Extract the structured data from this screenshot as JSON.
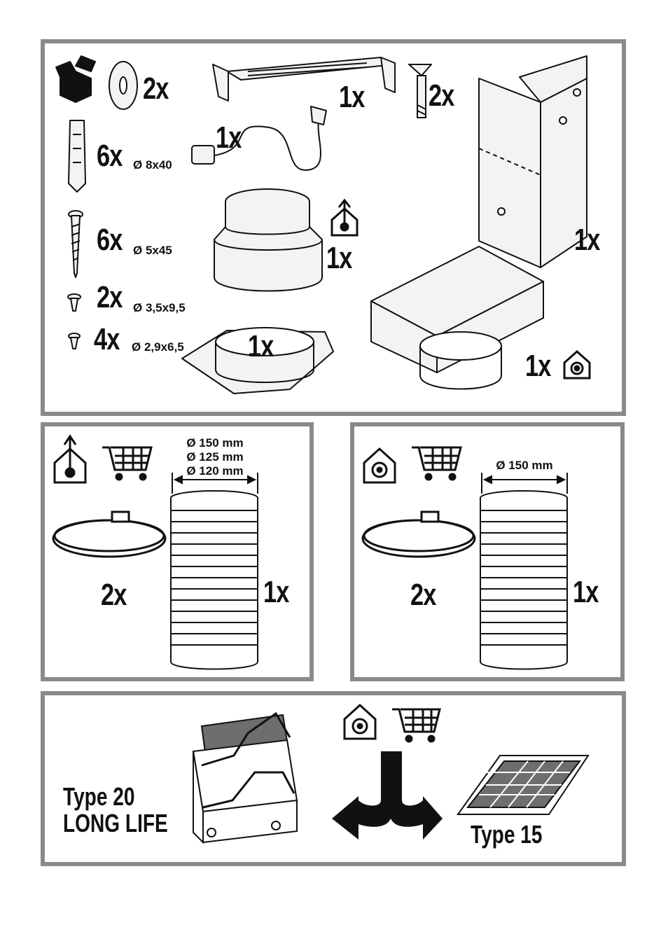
{
  "top_panel": {
    "washers": {
      "qty": "2x"
    },
    "bracket": {
      "qty": "1x"
    },
    "screws_long": {
      "qty": "2x"
    },
    "wall_plugs": {
      "qty": "6x",
      "size": "Ø 8x40"
    },
    "power_cord": {
      "qty": "1x"
    },
    "screws_5x45": {
      "qty": "6x",
      "size": "Ø 5x45"
    },
    "screws_3_5": {
      "qty": "2x",
      "size": "Ø 3,5x9,5"
    },
    "screws_2_9": {
      "qty": "4x",
      "size": "Ø 2,9x6,5"
    },
    "adapter": {
      "qty": "1x"
    },
    "collar": {
      "qty": "1x"
    },
    "chimney_cover": {
      "qty": "1x"
    },
    "deflector": {
      "qty": "1x"
    }
  },
  "left_panel": {
    "clamps_qty": "2x",
    "hose_qty": "1x",
    "diameters": [
      "Ø 150 mm",
      "Ø 125 mm",
      "Ø 120 mm"
    ]
  },
  "right_panel": {
    "clamps_qty": "2x",
    "hose_qty": "1x",
    "diameters": [
      "Ø 150 mm"
    ]
  },
  "bottom_panel": {
    "filter_left_line1": "Type 20",
    "filter_left_line2": "LONG LIFE",
    "filter_right": "Type 15"
  },
  "icons": [
    "package-icon",
    "extraction-mode-icon",
    "recirculation-mode-icon",
    "shopping-cart-icon"
  ],
  "colors": {
    "panel_border": "#8a8a8a",
    "filter_gray": "#6e6e6e",
    "part_fill": "#f2f2f2"
  }
}
